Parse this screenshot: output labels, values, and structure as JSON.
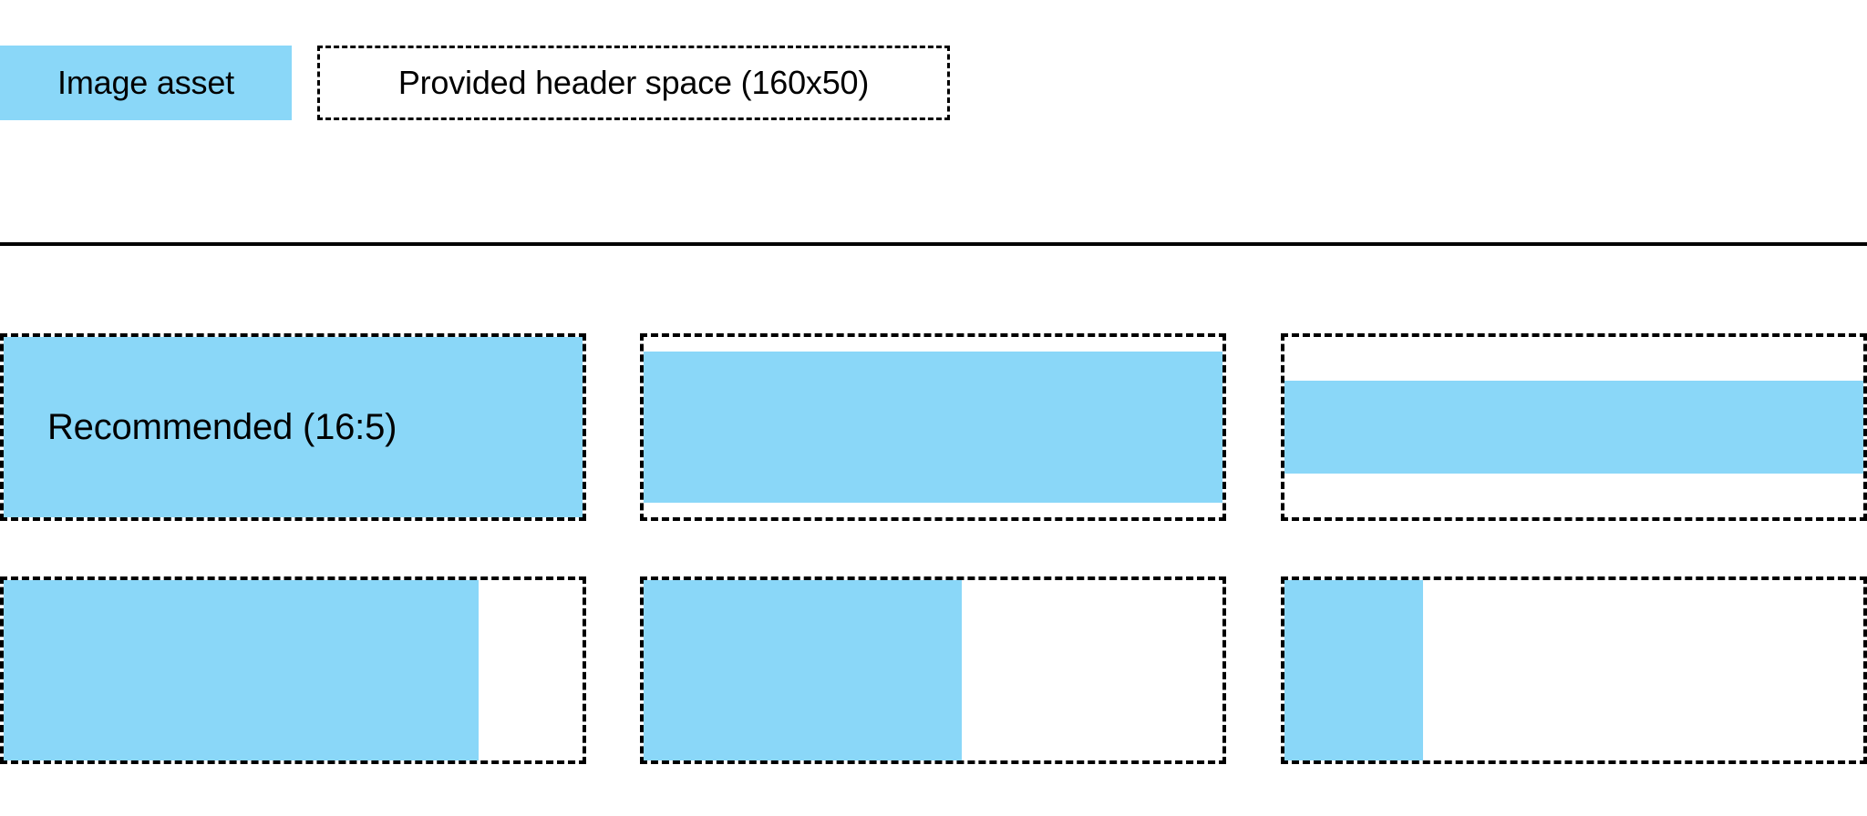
{
  "theme": {
    "asset_fill_color": "#8ad7f8",
    "outline_color": "#000000",
    "background_color": "#ffffff",
    "text_color": "#000000"
  },
  "legend": {
    "swatch": {
      "label": "Image asset",
      "icon": "filled-rectangle-swatch"
    },
    "space_box": {
      "label": "Provided header space (160x50)",
      "icon": "dashed-rectangle-swatch"
    }
  },
  "divider": {
    "present": true
  },
  "examples": {
    "rows": [
      {
        "row_name": "fit-height-row",
        "tiles": [
          {
            "name": "recommended-16-5",
            "label": "Recommended (16:5)",
            "fill": {
              "left_pct": 0,
              "top_pct": 0,
              "width_pct": 100,
              "height_pct": 100
            }
          },
          {
            "name": "letterboxed-slight",
            "label": "",
            "fill": {
              "left_pct": 0,
              "top_pct": 8,
              "width_pct": 100,
              "height_pct": 84
            }
          },
          {
            "name": "letterboxed-wide",
            "label": "",
            "fill": {
              "left_pct": 0,
              "top_pct": 24,
              "width_pct": 100,
              "height_pct": 52
            }
          }
        ]
      },
      {
        "row_name": "fit-width-row",
        "tiles": [
          {
            "name": "pillarboxed-slight",
            "label": "",
            "fill": {
              "left_pct": 0,
              "top_pct": 0,
              "width_pct": 82,
              "height_pct": 100
            }
          },
          {
            "name": "pillarboxed-medium",
            "label": "",
            "fill": {
              "left_pct": 0,
              "top_pct": 0,
              "width_pct": 55,
              "height_pct": 100
            }
          },
          {
            "name": "pillarboxed-narrow",
            "label": "",
            "fill": {
              "left_pct": 0,
              "top_pct": 0,
              "width_pct": 24,
              "height_pct": 100
            }
          }
        ]
      }
    ]
  }
}
